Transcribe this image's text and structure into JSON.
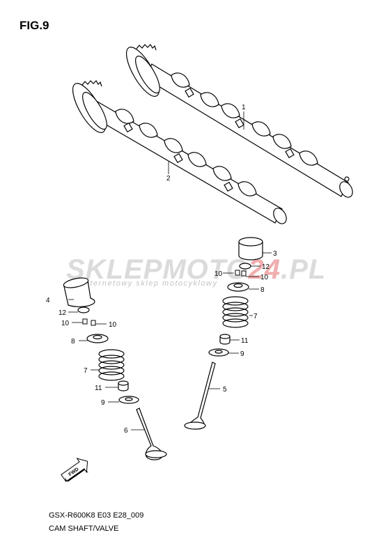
{
  "figure": {
    "title": "FIG.9"
  },
  "watermark": {
    "brand_main": "SKLEPMOTO",
    "brand_accent": "24",
    "brand_suffix": ".PL",
    "tagline": "internetowy sklep motocyklowy"
  },
  "fwd_marker": {
    "label": "FWD"
  },
  "callouts": [
    {
      "id": "cam-1",
      "label": "1"
    },
    {
      "id": "cam-2",
      "label": "2"
    },
    {
      "id": "tappet-3",
      "label": "3"
    },
    {
      "id": "tappet-4",
      "label": "4"
    },
    {
      "id": "valve-5",
      "label": "5"
    },
    {
      "id": "valve-6",
      "label": "6"
    },
    {
      "id": "spring-7r",
      "label": "7"
    },
    {
      "id": "spring-7l",
      "label": "7"
    },
    {
      "id": "retainer-8r",
      "label": "8"
    },
    {
      "id": "retainer-8l",
      "label": "8"
    },
    {
      "id": "seat-9r",
      "label": "9"
    },
    {
      "id": "seat-9l",
      "label": "9"
    },
    {
      "id": "cotter-10a",
      "label": "10"
    },
    {
      "id": "cotter-10b",
      "label": "10"
    },
    {
      "id": "cotter-10c",
      "label": "10"
    },
    {
      "id": "cotter-10d",
      "label": "10"
    },
    {
      "id": "seal-11r",
      "label": "11"
    },
    {
      "id": "seal-11l",
      "label": "11"
    },
    {
      "id": "shim-12r",
      "label": "12"
    },
    {
      "id": "shim-12l",
      "label": "12"
    }
  ],
  "footer": {
    "code": "GSX-R600K8 E03 E28_009",
    "caption": "CAM SHAFT/VALVE"
  }
}
